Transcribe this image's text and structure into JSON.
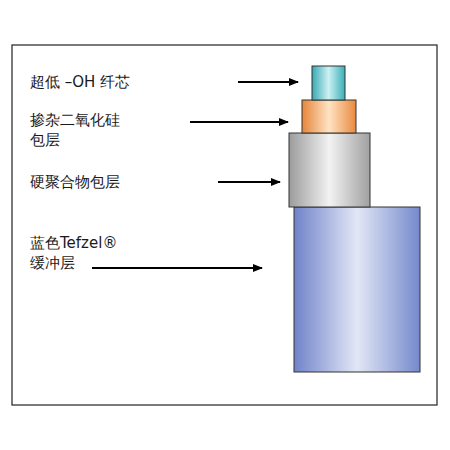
{
  "diagram": {
    "labels": [
      "超低 –OH 纤芯",
      "掺杂二氧化硅 包层",
      "硬聚合物包层",
      "蓝色Tefzel® 缓冲层"
    ]
  }
}
